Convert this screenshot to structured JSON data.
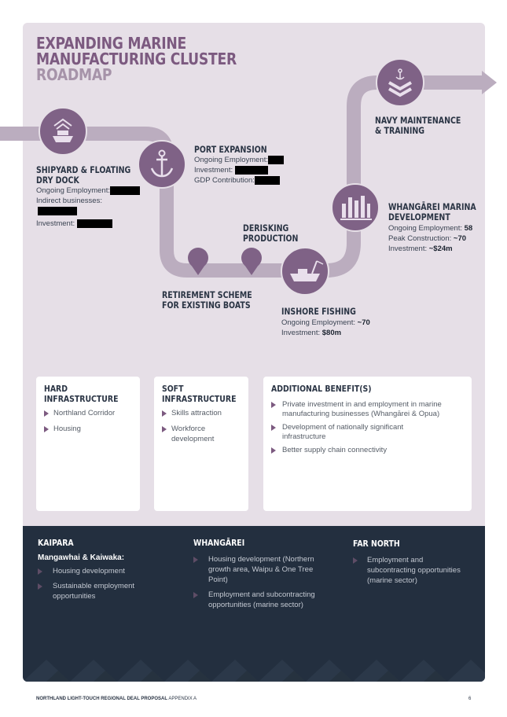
{
  "title": {
    "line1": "EXPANDING MARINE",
    "line2": "MANUFACTURING CLUSTER",
    "line3": "ROADMAP"
  },
  "roadmap": {
    "shipyard": {
      "title_1": "SHIPYARD & FLOATING",
      "title_2": "DRY DOCK",
      "employment": "Ongoing Employment:",
      "indirect": "Indirect businesses:",
      "investment": "Investment:"
    },
    "port": {
      "title": "PORT EXPANSION",
      "employment": "Ongoing Employment:",
      "investment": "Investment:",
      "gdp": "GDP Contribution:"
    },
    "retirement": {
      "title_1": "RETIREMENT SCHEME",
      "title_2": "FOR EXISTING BOATS"
    },
    "derisking": {
      "title_1": "DERISKING",
      "title_2": "PRODUCTION"
    },
    "inshore": {
      "title": "INSHORE FISHING",
      "employment_label": "Ongoing Employment:",
      "employment_value": "~70",
      "investment_label": "Investment:",
      "investment_value": "$80m"
    },
    "marina": {
      "title_1": "WHANGĀREI MARINA",
      "title_2": "DEVELOPMENT",
      "employment_label": "Ongoing Employment:",
      "employment_value": "58",
      "peak_label": "Peak Construction:",
      "peak_value": "~70",
      "investment_label": "Investment:",
      "investment_value": "~$24m"
    },
    "navy": {
      "title_1": "NAVY MAINTENANCE",
      "title_2": "& TRAINING"
    }
  },
  "cards": {
    "hard": {
      "title_1": "HARD",
      "title_2": "INFRASTRUCTURE",
      "items": [
        "Northland Corridor",
        "Housing"
      ]
    },
    "soft": {
      "title_1": "SOFT",
      "title_2": "INFRASTRUCTURE",
      "items": [
        "Skills attraction",
        "Workforce",
        "development"
      ]
    },
    "additional": {
      "title": "ADDITIONAL BENEFIT(S)",
      "items": [
        "Private investment in and employment in marine",
        "manufacturing businesses (Whangārei & Opua)",
        "Development of nationally significant",
        "infrastructure",
        "Better supply chain connectivity"
      ]
    }
  },
  "regions": {
    "kaipara": {
      "title": "KAIPARA",
      "subtitle": "Mangawhai & Kaiwaka:",
      "items": [
        "Housing development",
        "Sustainable employment",
        "opportunities"
      ]
    },
    "whangarei": {
      "title": "WHANGĀREI",
      "items": [
        "Housing development (Northern",
        "growth area, Waipu & One Tree",
        "Point)",
        "Employment and subcontracting",
        "opportunities (marine sector)"
      ]
    },
    "farnorth": {
      "title": "FAR NORTH",
      "items": [
        "Employment and",
        "subcontracting opportunities",
        "(marine sector)"
      ]
    }
  },
  "footer": {
    "doc_title": "NORTHLAND LIGHT-TOUCH REGIONAL DEAL PROPOSAL",
    "appendix": "APPENDIX A",
    "page": "6"
  },
  "colors": {
    "purple": "#7f6286",
    "lilac_bg": "#e6dfe7",
    "road": "#bbadbf",
    "navy": "#232f3f"
  }
}
